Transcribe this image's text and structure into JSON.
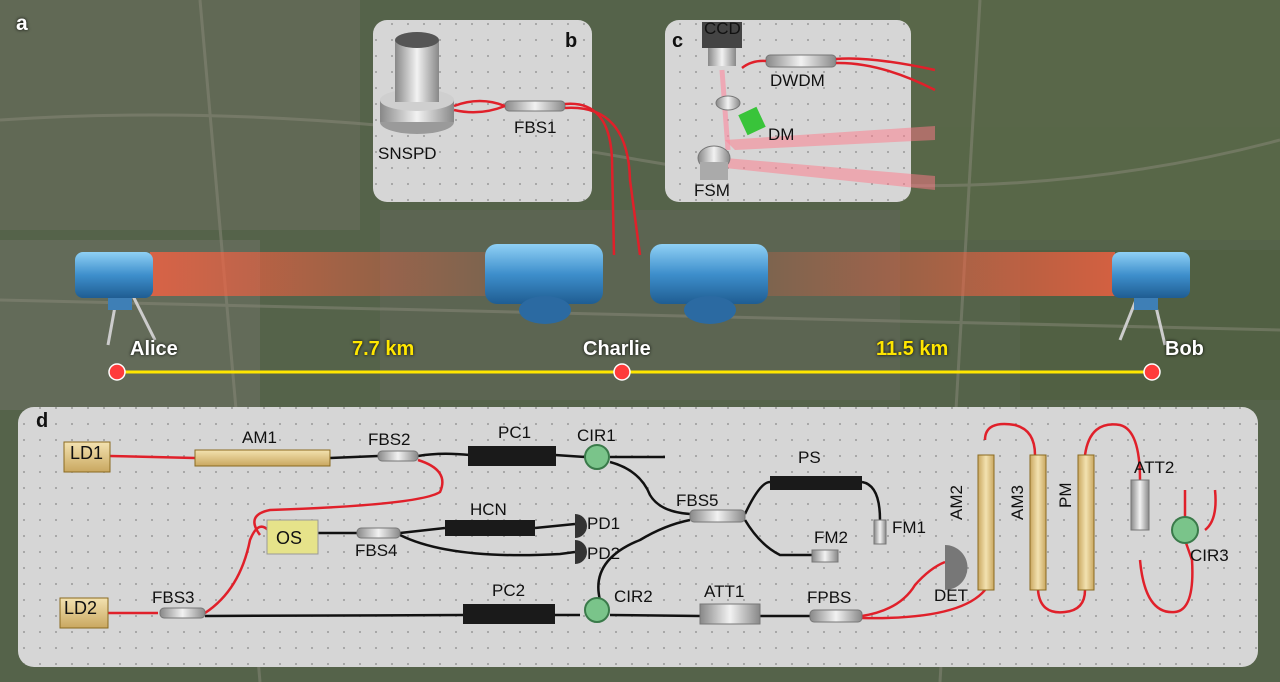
{
  "panels": {
    "a": "a",
    "b": "b",
    "c": "c",
    "d": "d"
  },
  "link": {
    "alice": "Alice",
    "charlie": "Charlie",
    "bob": "Bob",
    "dist_left": "7.7 km",
    "dist_right": "11.5 km"
  },
  "panel_b": {
    "snspd": "SNSPD",
    "fbs1": "FBS1"
  },
  "panel_c": {
    "ccd": "CCD",
    "dwdm": "DWDM",
    "dm": "DM",
    "fsm": "FSM"
  },
  "panel_d": {
    "ld1": "LD1",
    "ld2": "LD2",
    "am1": "AM1",
    "fbs2": "FBS2",
    "fbs3": "FBS3",
    "fbs4": "FBS4",
    "fbs5": "FBS5",
    "pc1": "PC1",
    "pc2": "PC2",
    "cir1": "CIR1",
    "cir2": "CIR2",
    "cir3": "CIR3",
    "os": "OS",
    "hcn": "HCN",
    "pd1": "PD1",
    "pd2": "PD2",
    "ps": "PS",
    "fm1": "FM1",
    "fm2": "FM2",
    "att1": "ATT1",
    "att2": "ATT2",
    "fpbs": "FPBS",
    "det": "DET",
    "am2": "AM2",
    "am3": "AM3",
    "pm": "PM"
  },
  "colors": {
    "fiber_red": "#e0202a",
    "fiber_black": "#111111",
    "beam": "#ff5a4a",
    "link_line": "#ffe600",
    "node": "#ff3b3b",
    "telescope": "#4fa3d8",
    "panel": "#d6d6d6"
  }
}
